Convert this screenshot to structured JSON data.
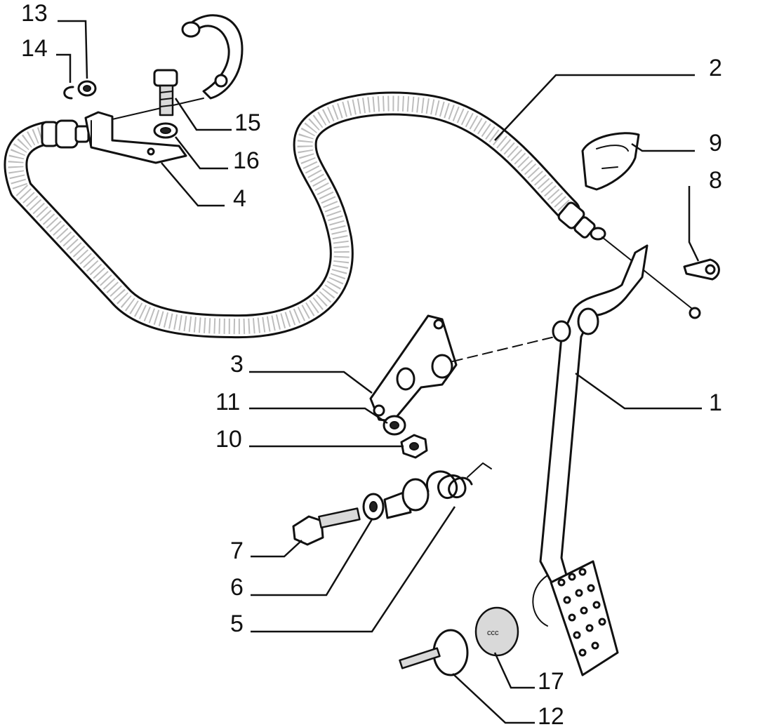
{
  "callouts": [
    {
      "id": "13",
      "text": "13"
    },
    {
      "id": "14",
      "text": "14"
    },
    {
      "id": "15",
      "text": "15"
    },
    {
      "id": "16",
      "text": "16"
    },
    {
      "id": "4",
      "text": "4"
    },
    {
      "id": "2",
      "text": "2"
    },
    {
      "id": "9",
      "text": "9"
    },
    {
      "id": "8",
      "text": "8"
    },
    {
      "id": "3",
      "text": "3"
    },
    {
      "id": "11",
      "text": "11"
    },
    {
      "id": "10",
      "text": "10"
    },
    {
      "id": "1",
      "text": "1"
    },
    {
      "id": "7",
      "text": "7"
    },
    {
      "id": "6",
      "text": "6"
    },
    {
      "id": "5",
      "text": "5"
    },
    {
      "id": "17",
      "text": "17"
    },
    {
      "id": "12",
      "text": "12"
    }
  ],
  "colors": {
    "ink": "#111111",
    "background": "#ffffff",
    "shading": "#d9d9d9"
  }
}
